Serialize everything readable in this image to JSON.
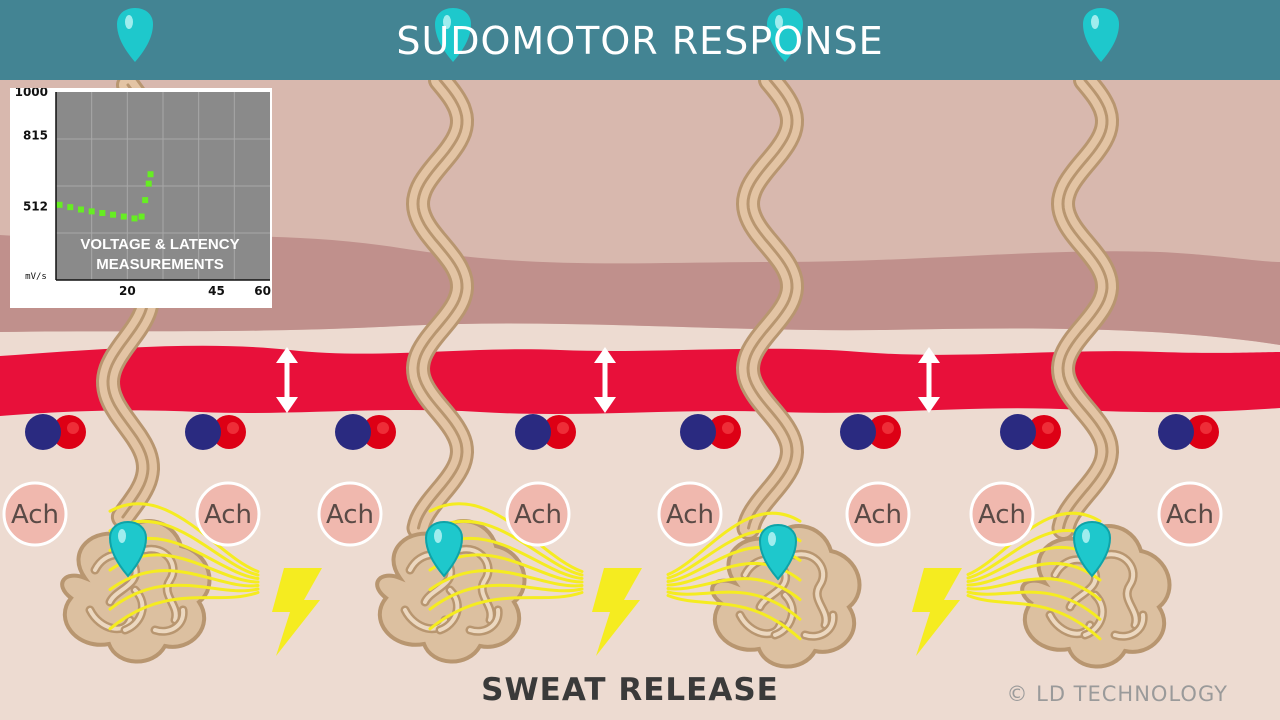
{
  "header": {
    "title": "SUDOMOTOR RESPONSE"
  },
  "ach_labels": [
    "Ach",
    "Ach",
    "Ach",
    "Ach",
    "Ach",
    "Ach",
    "Ach",
    "Ach"
  ],
  "footer": {
    "title": "SWEAT RELEASE",
    "copyright": "© LD TECHNOLOGY"
  },
  "colors": {
    "header_bg": "#438493",
    "vessel": "#e8103a",
    "nerve": "#e3c4a4",
    "droplet": "#1ec8cc",
    "spark": "#f5ec20",
    "molecule_blue": "#2a2a80",
    "molecule_red": "#dd0015",
    "chart_bg": "#8a8a8a",
    "chart_trace": "#66ee22"
  },
  "icons": [
    "sweat-droplet-icon",
    "lightning-bolt-icon",
    "double-arrow-icon"
  ],
  "chart_data": {
    "type": "scatter",
    "title_lines": [
      "VOLTAGE & LATENCY",
      "MEASUREMENTS"
    ],
    "ylabel": "mV/s",
    "xlabel": "",
    "ytick_labels": [
      "1000",
      "815",
      "512"
    ],
    "yticks": [
      1000,
      815,
      512
    ],
    "xtick_labels": [
      "20",
      "45",
      "60"
    ],
    "xticks": [
      20,
      45,
      60
    ],
    "xlim": [
      0,
      60
    ],
    "ylim": [
      200,
      1000
    ],
    "grid": true,
    "series": [
      {
        "x": [
          1,
          4,
          7,
          10,
          13,
          16,
          19,
          22,
          24,
          25,
          26,
          26.5
        ],
        "y": [
          520,
          510,
          500,
          492,
          485,
          478,
          470,
          462,
          470,
          540,
          610,
          650
        ]
      }
    ]
  }
}
